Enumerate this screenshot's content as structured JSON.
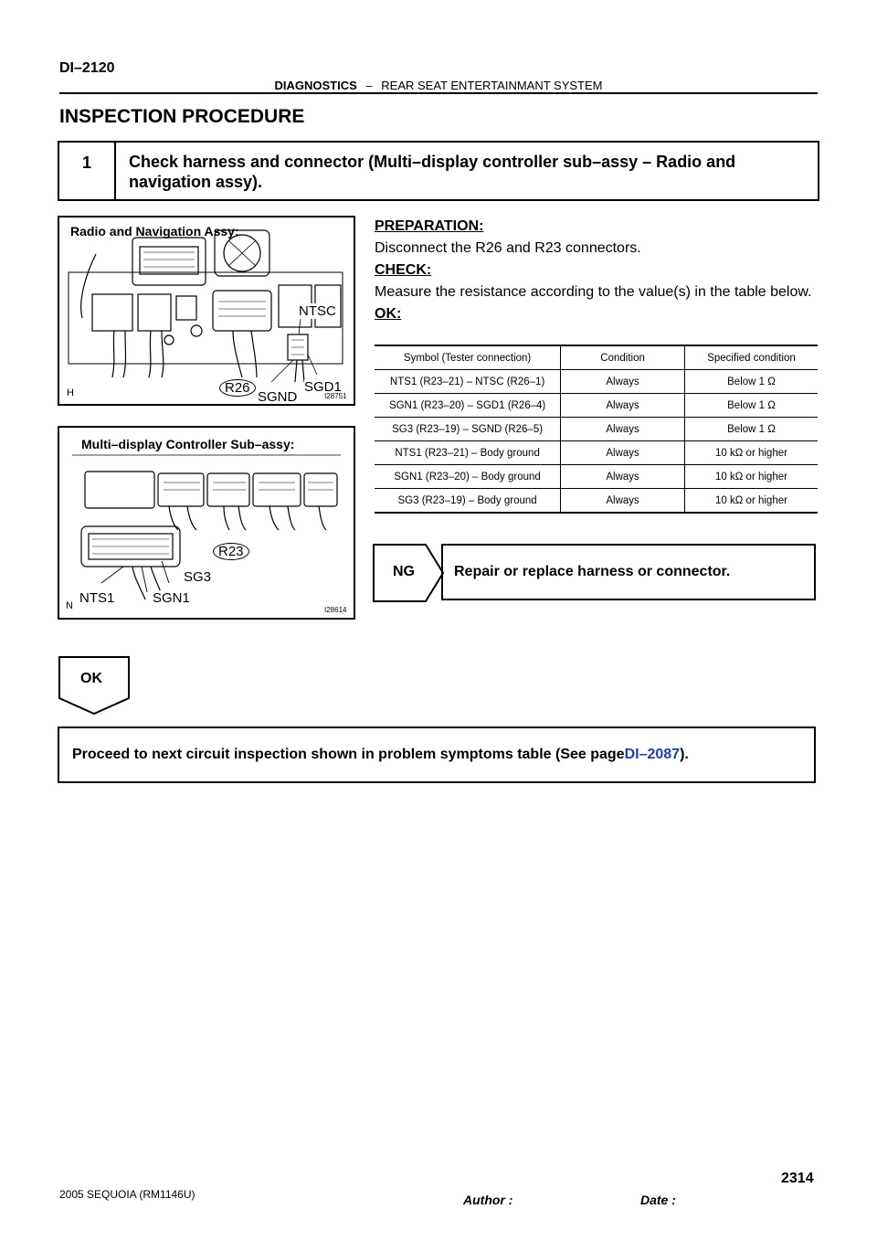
{
  "header": {
    "page_code": "DI–2120",
    "section": "DIAGNOSTICS",
    "separator": "–",
    "subsection": "REAR SEAT ENTERTAINMANT SYSTEM"
  },
  "title": "INSPECTION PROCEDURE",
  "step": {
    "number": "1",
    "text": "Check harness and connector (Multi–display controller sub–assy – Radio and navigation assy)."
  },
  "figure1": {
    "label": "Radio and Navigation Assy:",
    "callouts": {
      "ntsc": "NTSC",
      "r26": "R26",
      "sgnd": "SGND",
      "sgd1": "SGD1"
    },
    "corner": "H",
    "fig_id": "I28751"
  },
  "figure2": {
    "label": "Multi–display  Controller Sub–assy:",
    "callouts": {
      "r23": "R23",
      "sg3": "SG3",
      "nts1": "NTS1",
      "sgn1": "SGN1"
    },
    "corner": "N",
    "fig_id": "I28614"
  },
  "instructions": {
    "prep_heading": "PREPARATION:",
    "prep_text": "Disconnect the R26 and R23 connectors.",
    "check_heading": "CHECK:",
    "check_text": "Measure the resistance according to the value(s) in the table below.",
    "ok_heading": "OK:"
  },
  "table": {
    "headers": [
      "Symbol (Tester connection)",
      "Condition",
      "Specified condition"
    ],
    "rows": [
      [
        "NTS1 (R23–21) – NTSC (R26–1)",
        "Always",
        "Below 1 Ω"
      ],
      [
        "SGN1 (R23–20) – SGD1 (R26–4)",
        "Always",
        "Below 1 Ω"
      ],
      [
        "SG3 (R23–19) – SGND (R26–5)",
        "Always",
        "Below 1 Ω"
      ],
      [
        "NTS1 (R23–21) – Body ground",
        "Always",
        "10 kΩ or higher"
      ],
      [
        "SGN1 (R23–20) – Body ground",
        "Always",
        "10 kΩ or higher"
      ],
      [
        "SG3 (R23–19) – Body ground",
        "Always",
        "10 kΩ or higher"
      ]
    ]
  },
  "ng": {
    "label": "NG",
    "text": "Repair or replace harness or connector."
  },
  "ok": {
    "label": "OK"
  },
  "next": {
    "text_before": "Proceed to next circuit inspection shown in problem symptoms table (See page ",
    "link": "DI–2087",
    "text_after": ")."
  },
  "footer": {
    "model": "2005 SEQUOIA   (RM1146U)",
    "author": "Author :",
    "date": "Date :",
    "page_number": "2314"
  }
}
